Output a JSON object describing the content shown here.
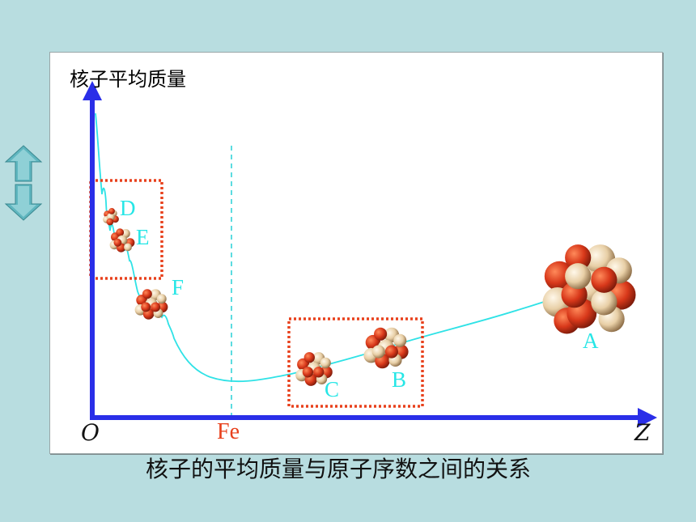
{
  "diagram": {
    "y_axis_label": "核子平均质量",
    "origin_label": "O",
    "x_axis_label": "Z",
    "fe_label": "Fe",
    "caption": "核子的平均质量与原子序数之间的关系",
    "points": [
      {
        "id": "D",
        "label": "D"
      },
      {
        "id": "E",
        "label": "E"
      },
      {
        "id": "F",
        "label": "F"
      },
      {
        "id": "C",
        "label": "C"
      },
      {
        "id": "B",
        "label": "B"
      },
      {
        "id": "A",
        "label": "A"
      }
    ],
    "colors": {
      "axis": "#2a2ee8",
      "curve": "#2fe2e6",
      "fe_line": "#27d0d6",
      "fe_text": "#e8401c",
      "box": "#e8401c",
      "point_text": "#27e6e6",
      "background": "#b8dde0"
    }
  },
  "nav": {
    "up_icon": "up-arrow-icon",
    "down_icon": "down-arrow-icon"
  }
}
